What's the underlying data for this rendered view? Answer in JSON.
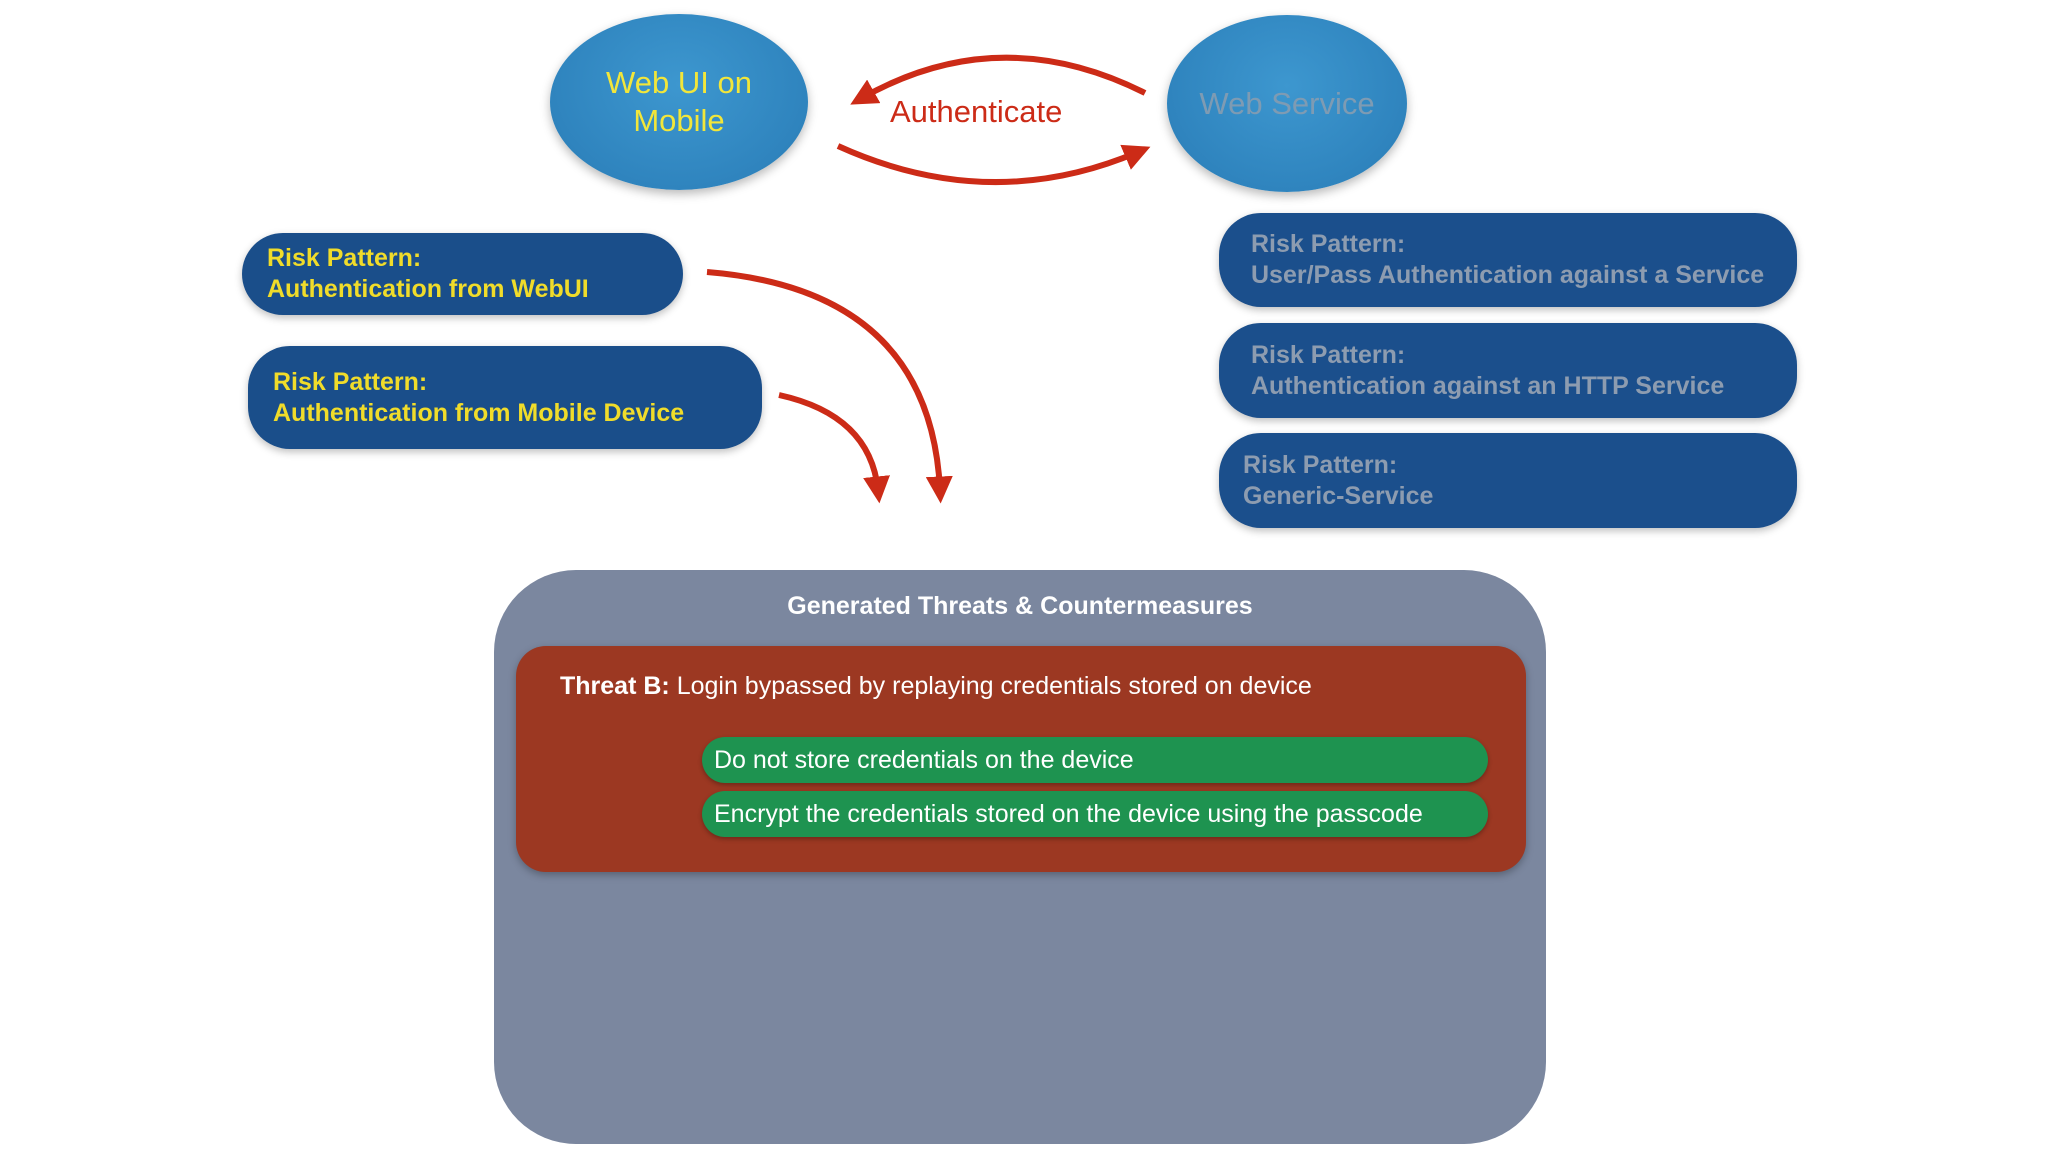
{
  "nodes": {
    "web_ui": {
      "line1": "Web UI on",
      "line2": "Mobile"
    },
    "web_service": {
      "label": "Web Service"
    }
  },
  "authenticate_label": "Authenticate",
  "risk_patterns_left": [
    {
      "heading": "Risk Pattern:",
      "name": "Authentication from WebUI"
    },
    {
      "heading": "Risk Pattern:",
      "name": "Authentication from Mobile Device"
    }
  ],
  "risk_patterns_right": [
    {
      "heading": "Risk Pattern:",
      "name": "User/Pass Authentication against a Service"
    },
    {
      "heading": "Risk Pattern:",
      "name": "Authentication against an HTTP Service"
    },
    {
      "heading": "Risk Pattern:",
      "name": "Generic-Service"
    }
  ],
  "generated": {
    "title": "Generated Threats & Countermeasures",
    "threat": {
      "label": "Threat B:",
      "text": "Login bypassed by replaying credentials stored on device",
      "countermeasures": [
        "Do not store credentials on the device",
        "Encrypt the credentials stored on the device using the passcode"
      ]
    }
  },
  "colors": {
    "arrow": "#cc2b17",
    "node_blue": "#2f84be",
    "pill_blue": "#1a4e8a",
    "highlight_yellow": "#f0dc2a",
    "panel_gray": "#7b879f",
    "threat_red": "#9c3822",
    "countermeasure_green": "#1e9350"
  }
}
